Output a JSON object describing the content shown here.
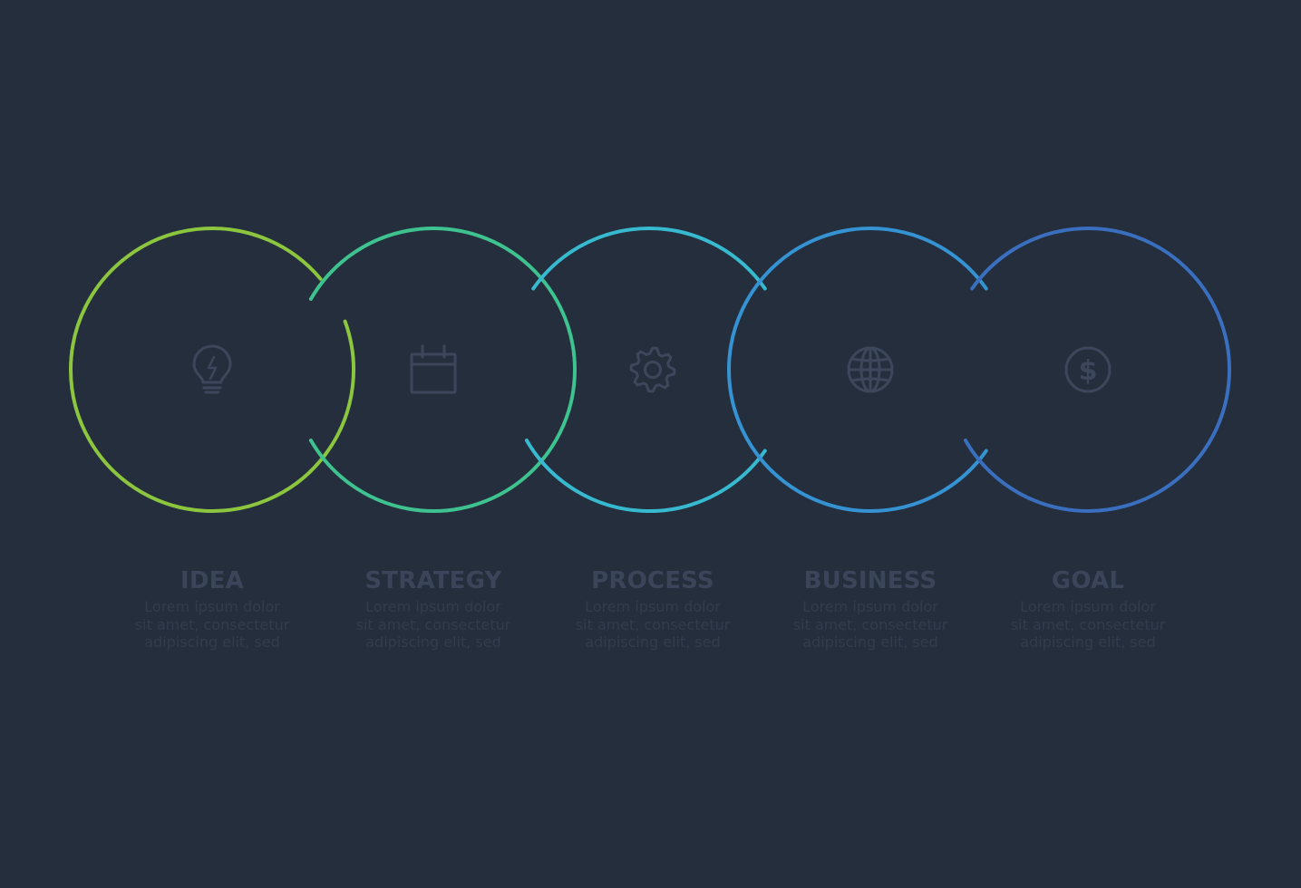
{
  "colors": {
    "background": "#242e3c",
    "title": "#3b4559",
    "description": "#323c4e",
    "icon": "#3d475b"
  },
  "steps": [
    {
      "title": "IDEA",
      "icon": "lightbulb-icon",
      "color": "#8cc63f",
      "description": [
        "Lorem ipsum dolor",
        "sit amet, consectetur",
        "adipiscing elit, sed"
      ]
    },
    {
      "title": "STRATEGY",
      "icon": "calendar-icon",
      "color": "#3ec28f",
      "description": [
        "Lorem ipsum dolor",
        "sit amet, consectetur",
        "adipiscing elit, sed"
      ]
    },
    {
      "title": "PROCESS",
      "icon": "gear-icon",
      "color": "#37b9cf",
      "description": [
        "Lorem ipsum dolor",
        "sit amet, consectetur",
        "adipiscing elit, sed"
      ]
    },
    {
      "title": "BUSINESS",
      "icon": "globe-icon",
      "color": "#3593d3",
      "description": [
        "Lorem ipsum dolor",
        "sit amet, consectetur",
        "adipiscing elit, sed"
      ]
    },
    {
      "title": "GOAL",
      "icon": "dollar-icon",
      "color": "#3a6fbf",
      "description": [
        "Lorem ipsum dolor",
        "sit amet, consectetur",
        "adipiscing elit, sed"
      ]
    }
  ]
}
